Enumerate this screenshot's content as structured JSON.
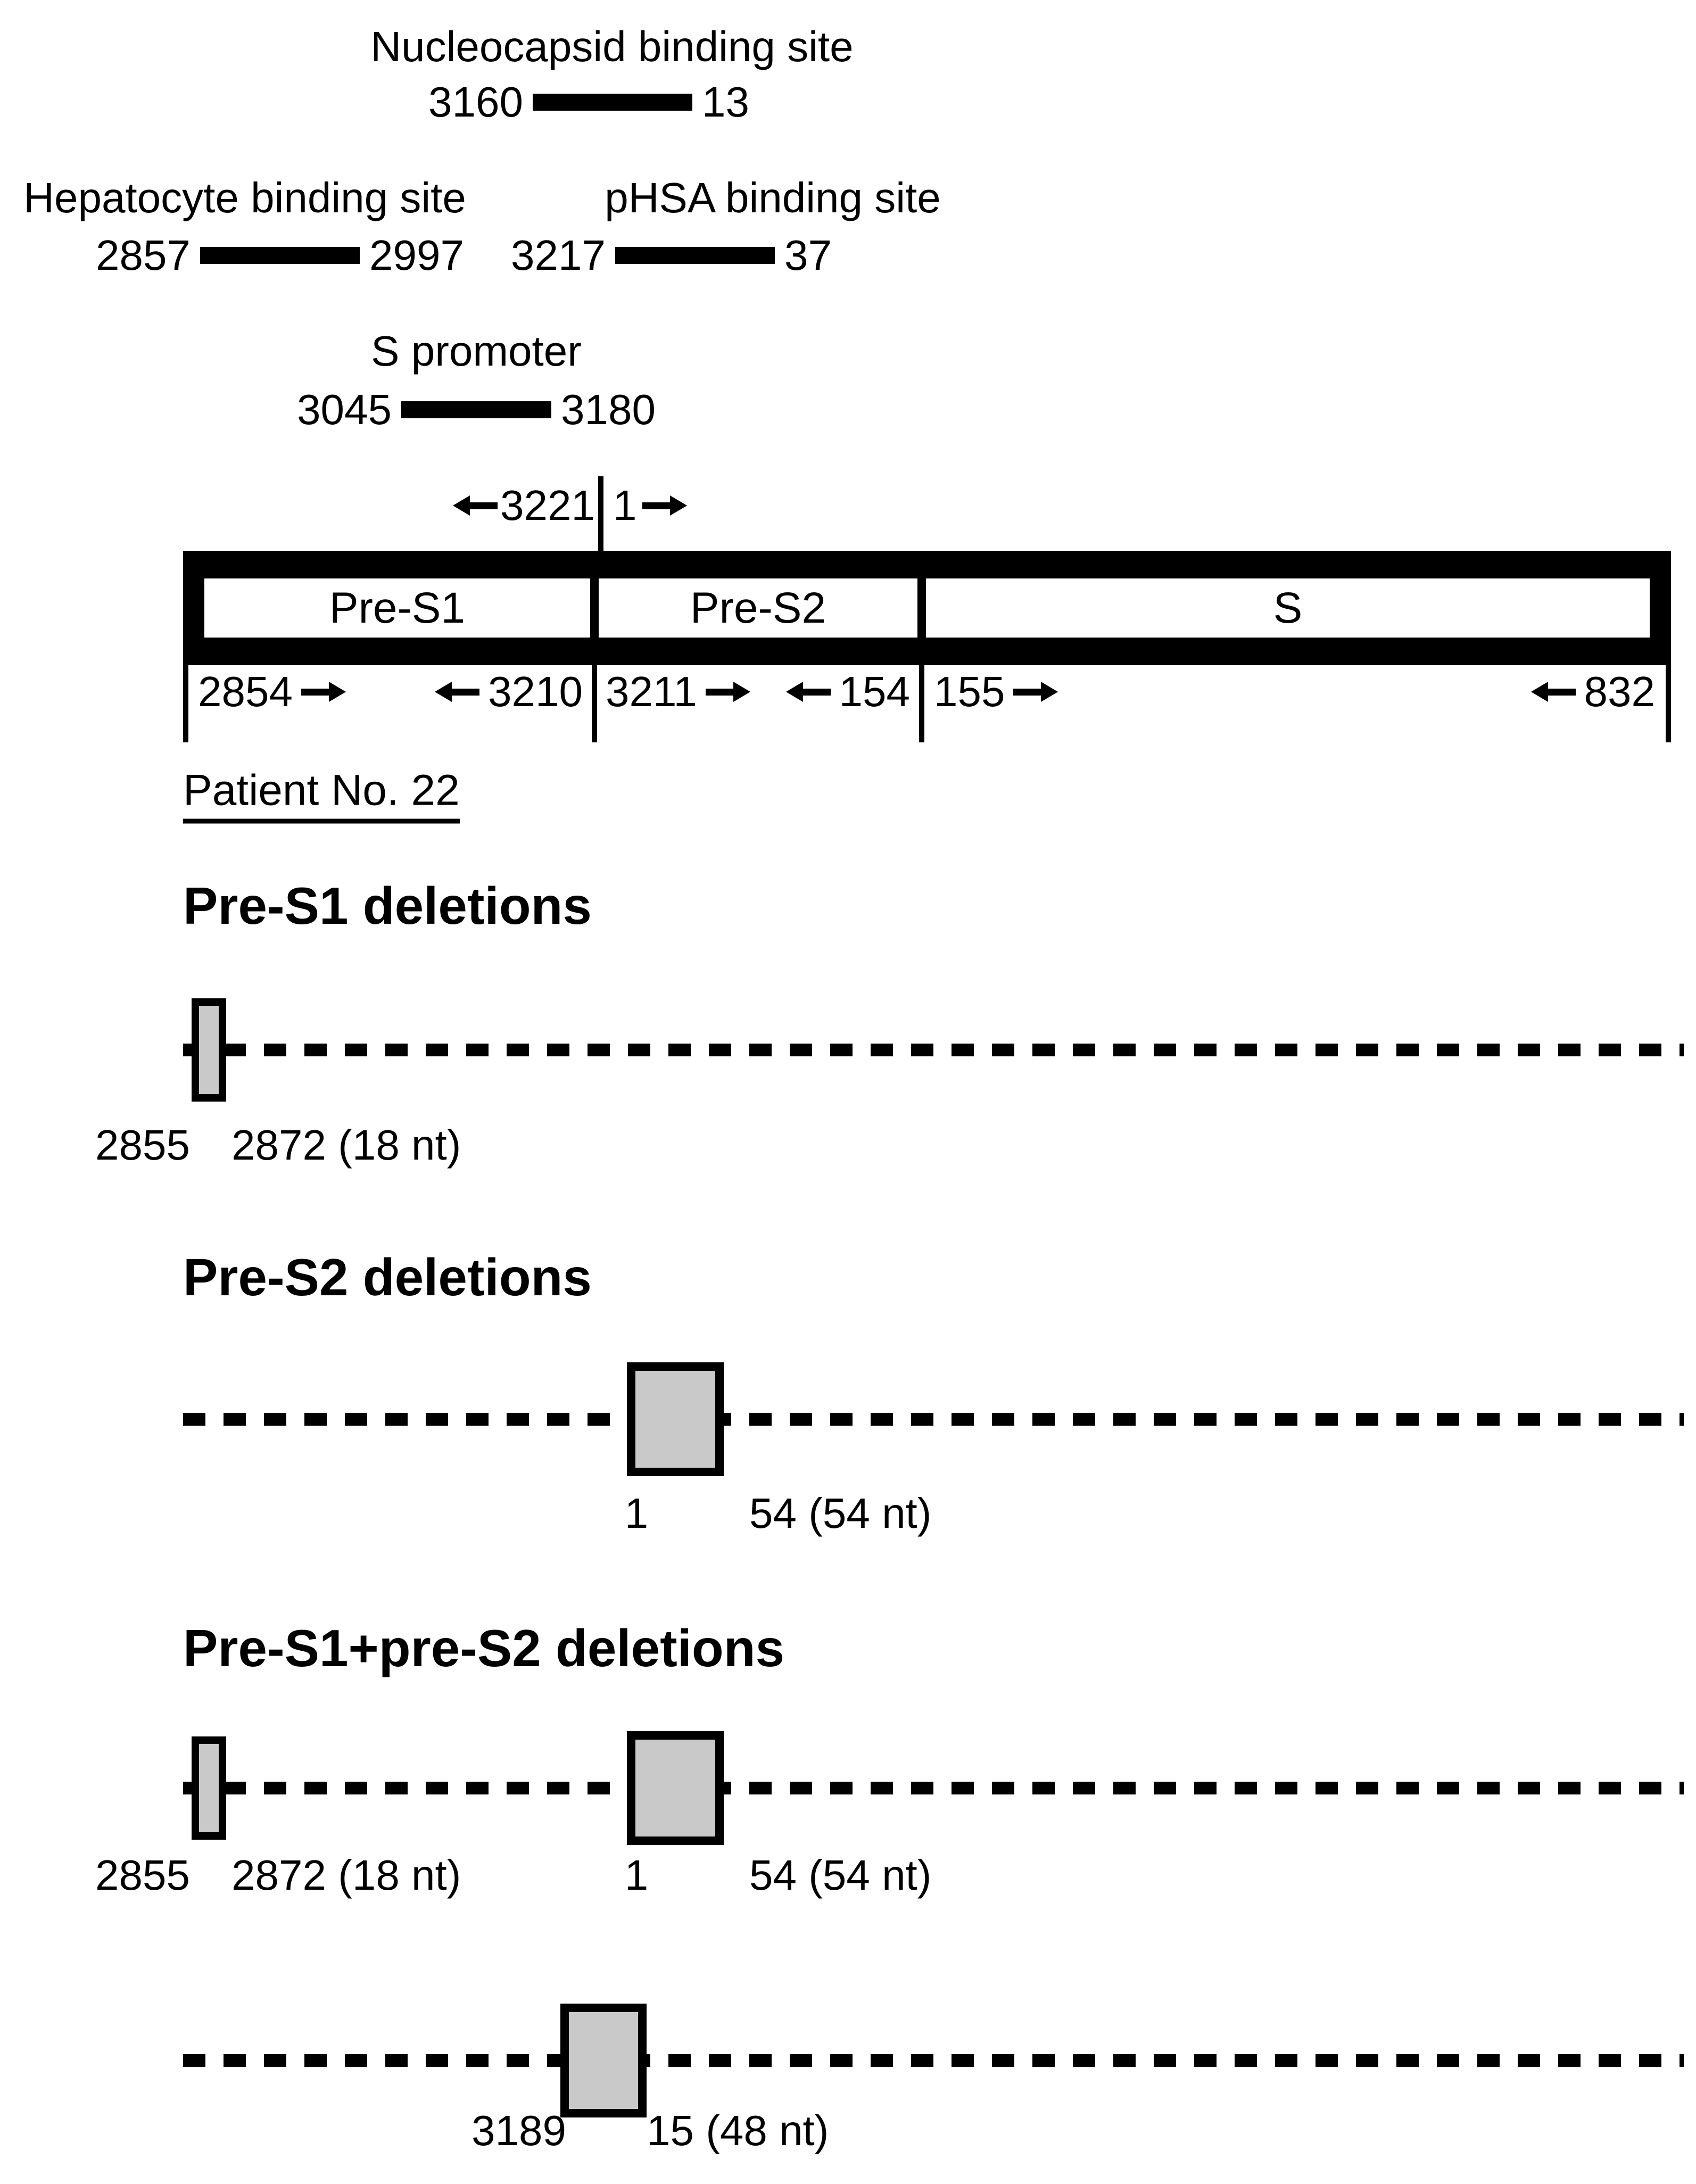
{
  "colors": {
    "background": "#ffffff",
    "ink": "#000000",
    "deletion_box_fill": "#c9c9c9"
  },
  "annotations": {
    "nucleocapsid": {
      "label": "Nucleocapsid binding site",
      "start": "3160",
      "end": "13"
    },
    "hepatocyte": {
      "label": "Hepatocyte binding site",
      "start": "2857",
      "end": "2997"
    },
    "phsa": {
      "label": "pHSA binding site",
      "start": "3217",
      "end": "37"
    },
    "s_promoter": {
      "label": "S promoter",
      "start": "3045",
      "end": "3180"
    }
  },
  "genome_bar": {
    "origin_left": "3221",
    "origin_right": "1",
    "regions": [
      {
        "name": "Pre-S1",
        "start": "2854",
        "end": "3210"
      },
      {
        "name": "Pre-S2",
        "start": "3211",
        "end": "154"
      },
      {
        "name": "S",
        "start": "155",
        "end": "832"
      }
    ]
  },
  "patient": {
    "label": "Patient No. 22"
  },
  "headings": {
    "pre_s1": "Pre-S1 deletions",
    "pre_s2": "Pre-S2 deletions",
    "combined": "Pre-S1+pre-S2 deletions"
  },
  "deletions": {
    "pre_s1": {
      "start": "2855",
      "end": "2872 (18 nt)"
    },
    "pre_s2": {
      "start": "1",
      "end": "54 (54 nt)"
    },
    "combined_row1_a": {
      "start": "2855",
      "end": "2872 (18 nt)"
    },
    "combined_row1_b": {
      "start": "1",
      "end": "54 (54 nt)"
    },
    "combined_row2": {
      "start": "3189",
      "end": "15 (48 nt)"
    }
  }
}
